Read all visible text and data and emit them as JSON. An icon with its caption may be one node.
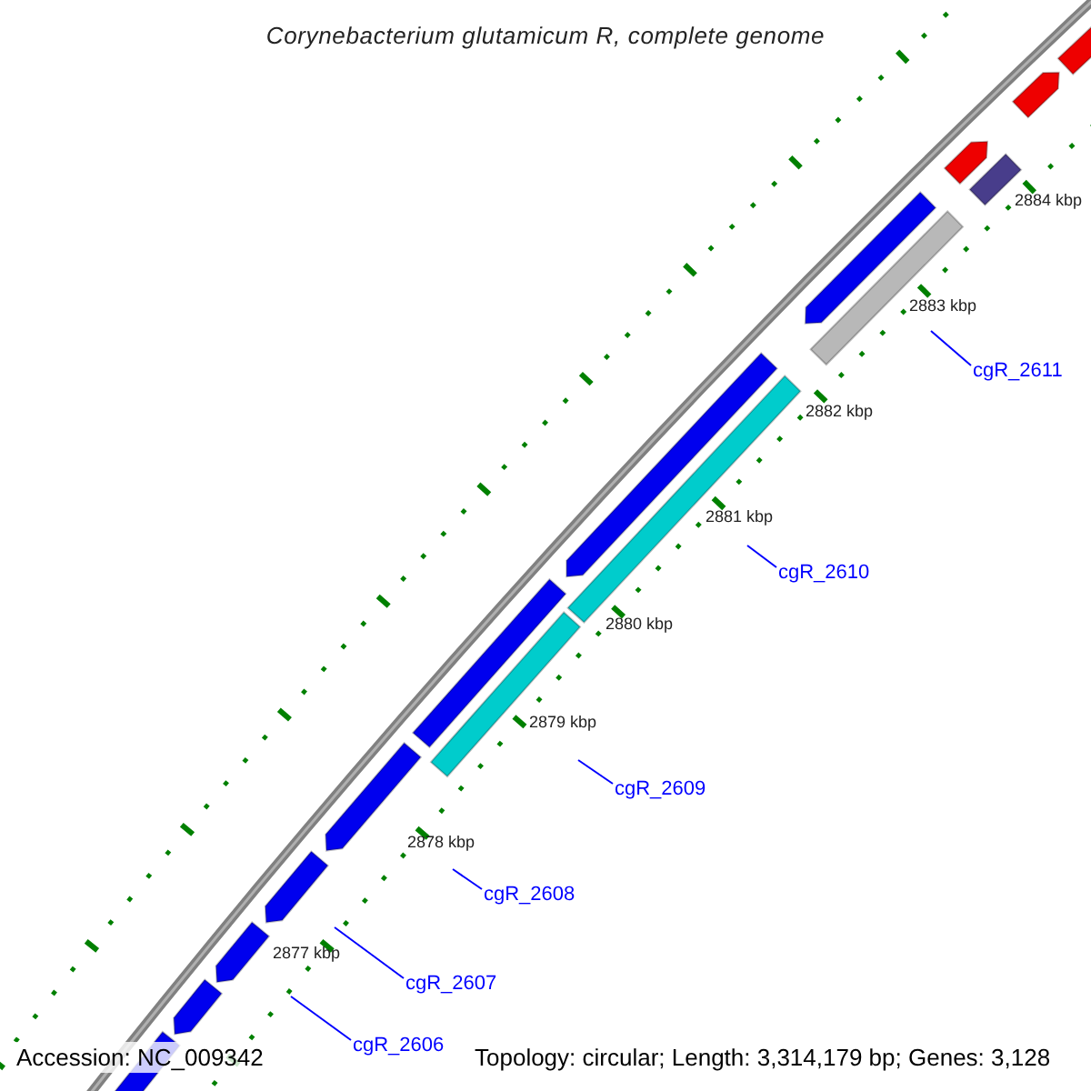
{
  "diagram": {
    "title": "Corynebacterium glutamicum R, complete genome",
    "nodes": [
      {
        "text": [
          "cgR_2611"
        ]
      },
      {
        "text": [
          "cgR_2610"
        ]
      },
      {
        "text": [
          "cgR_2609"
        ]
      },
      {
        "text": [
          "cgR_2608"
        ]
      },
      {
        "text": [
          "cgR_2607"
        ]
      },
      {
        "text": [
          "cgR_2606"
        ]
      }
    ],
    "edges": [
      {
        "from": 0,
        "to": null,
        "arrow": "none"
      },
      {
        "from": 1,
        "to": null,
        "arrow": "none"
      },
      {
        "from": 2,
        "to": null,
        "arrow": "none"
      },
      {
        "from": 3,
        "to": null,
        "arrow": "none"
      },
      {
        "from": 4,
        "to": null,
        "arrow": "none"
      },
      {
        "from": 5,
        "to": null,
        "arrow": "none"
      }
    ],
    "labels": [
      "2884 kbp",
      "2883 kbp",
      "2882 kbp",
      "2881 kbp",
      "2880 kbp",
      "2879 kbp",
      "2878 kbp",
      "2877 kbp",
      "Accession: NC_009342",
      "Topology: circular; Length: 3,314,179 bp; Genes: 3,128"
    ]
  }
}
